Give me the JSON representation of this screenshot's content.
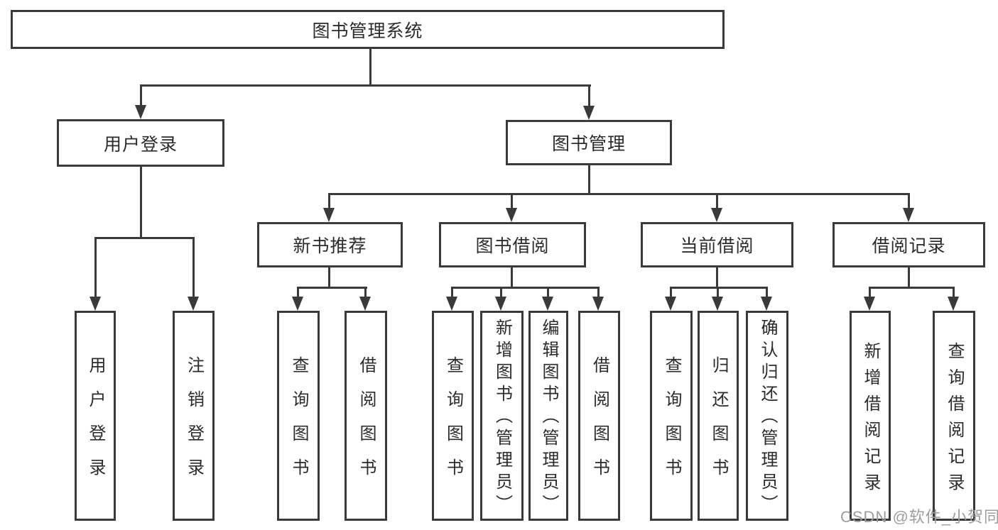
{
  "tree": {
    "root": {
      "label": "图书管理系统",
      "children": [
        {
          "label": "用户登录",
          "children": [
            {
              "label": "用户登录"
            },
            {
              "label": "注销登录"
            }
          ]
        },
        {
          "label": "图书管理",
          "children": [
            {
              "label": "新书推荐",
              "children": [
                {
                  "label": "查询图书"
                },
                {
                  "label": "借阅图书"
                }
              ]
            },
            {
              "label": "图书借阅",
              "children": [
                {
                  "label": "查询图书"
                },
                {
                  "label": "新增图书（管理员）"
                },
                {
                  "label": "编辑图书（管理员）"
                },
                {
                  "label": "借阅图书"
                }
              ]
            },
            {
              "label": "当前借阅",
              "children": [
                {
                  "label": "查询图书"
                },
                {
                  "label": "归还图书"
                },
                {
                  "label": "确认归还（管理员）"
                }
              ]
            },
            {
              "label": "借阅记录",
              "children": [
                {
                  "label": "新增借阅记录"
                },
                {
                  "label": "查询借阅记录"
                }
              ]
            }
          ]
        }
      ]
    }
  },
  "watermark": {
    "text": "CSDN @软件_小贺同学"
  },
  "colors": {
    "line": "#3a3a3a",
    "watermark": "#9d9d9d",
    "background": "#ffffff"
  }
}
